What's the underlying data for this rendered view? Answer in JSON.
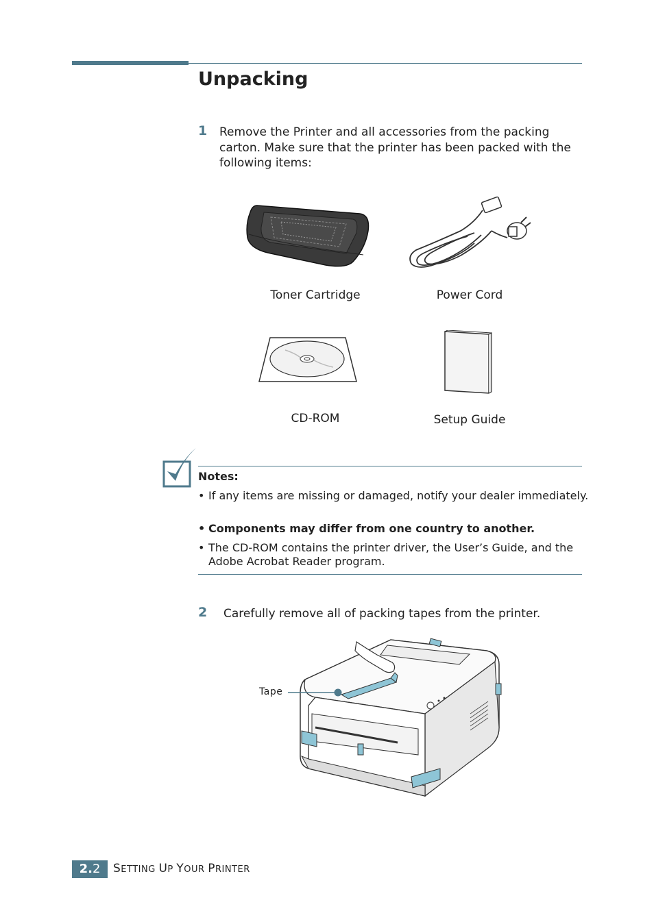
{
  "section": {
    "title": "Unpacking"
  },
  "steps": [
    {
      "number": "1",
      "lines": [
        "Remove the Printer and all accessories from the packing",
        "carton. Make sure that the printer has been packed with the",
        "following items:"
      ]
    },
    {
      "number": "2",
      "text": "Carefully remove all of packing tapes from the printer."
    }
  ],
  "items": [
    {
      "label": "Toner Cartridge",
      "icon": "toner-cartridge-icon"
    },
    {
      "label": "Power Cord",
      "icon": "power-cord-icon"
    },
    {
      "label": "CD-ROM",
      "icon": "cd-rom-icon"
    },
    {
      "label": "Setup Guide",
      "icon": "setup-guide-icon"
    }
  ],
  "notes": {
    "title": "Notes:",
    "bullet": "•",
    "items": [
      {
        "text": "If any items are missing or damaged, notify your dealer immediately.",
        "bold": false
      },
      {
        "text": "Components may differ from one country to another.",
        "bold": true
      },
      {
        "text": "The CD-ROM contains the printer driver, the User’s Guide, and the Adobe Acrobat Reader program.",
        "bold": false
      }
    ]
  },
  "figure": {
    "tape_label": "Tape"
  },
  "footer": {
    "section_major": "2.",
    "section_minor": "2",
    "chapter_parts": [
      {
        "cap": "S",
        "rest": "ETTING "
      },
      {
        "cap": "U",
        "rest": "P "
      },
      {
        "cap": "Y",
        "rest": "OUR "
      },
      {
        "cap": "P",
        "rest": "RINTER"
      }
    ]
  },
  "colors": {
    "accent": "#4f7a8c",
    "tape": "#8ec5d6"
  }
}
